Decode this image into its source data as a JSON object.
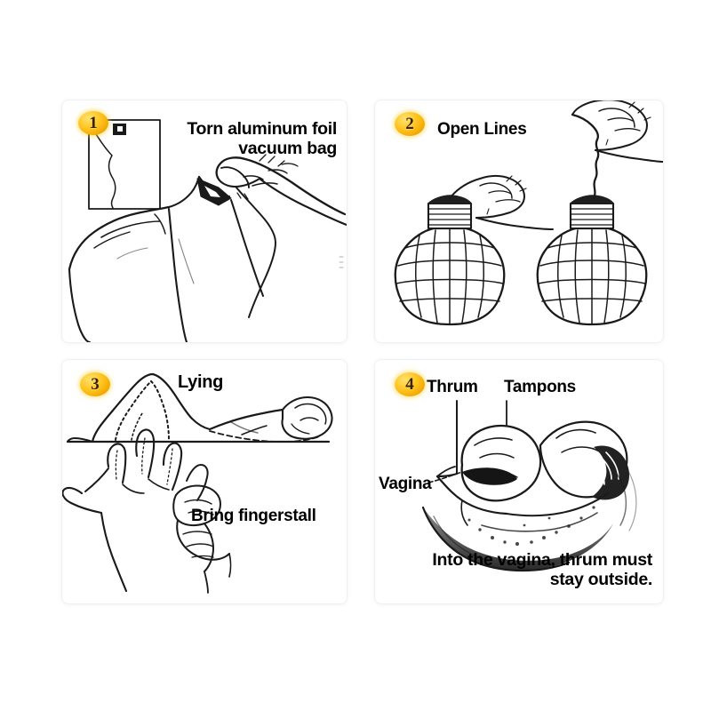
{
  "document": {
    "type": "instruction-panel-sheet",
    "layout": "2x2 grid of white instruction cards on white background",
    "panel_count": 4,
    "style": {
      "badge_fill": "#ffc31e",
      "badge_glow": "#ffd646",
      "badge_text": "#3a2400",
      "line_art": "#000000",
      "card_background": "#ffffff",
      "page_background": "#ffffff"
    }
  },
  "panels": [
    {
      "number": "1",
      "labels": {
        "caption": "Torn aluminum foil\nvacuum bag"
      },
      "illustration": "small rectangular foil sachet with tear line at top-left corner; below, two hands tearing open a foil vacuum pack"
    },
    {
      "number": "2",
      "labels": {
        "caption": "Open Lines"
      },
      "illustration": "two mesh-net ball shaped items with dark banded necks; a hand pinches the string of the left one, a second hand pulls a long wavy string up from the right one"
    },
    {
      "number": "3",
      "labels": {
        "caption_top": "Lying",
        "caption_bottom": "Bring fingerstall"
      },
      "illustration": "person lying supine on a ground line with knees bent; below, an open hand with a finger cot being rolled onto a finger"
    },
    {
      "number": "4",
      "labels": {
        "thrum": "Thrum",
        "tampons": "Tampons",
        "vagina": "Vagina",
        "caption": "Into the vagina, thrum must\nstay outside."
      },
      "illustration": "cross-sectional anatomical drawing of the pelvis with two vertical leader lines pointing to the thrum (string) and tampon, and a leader line from the left pointing to the vaginal canal"
    }
  ]
}
